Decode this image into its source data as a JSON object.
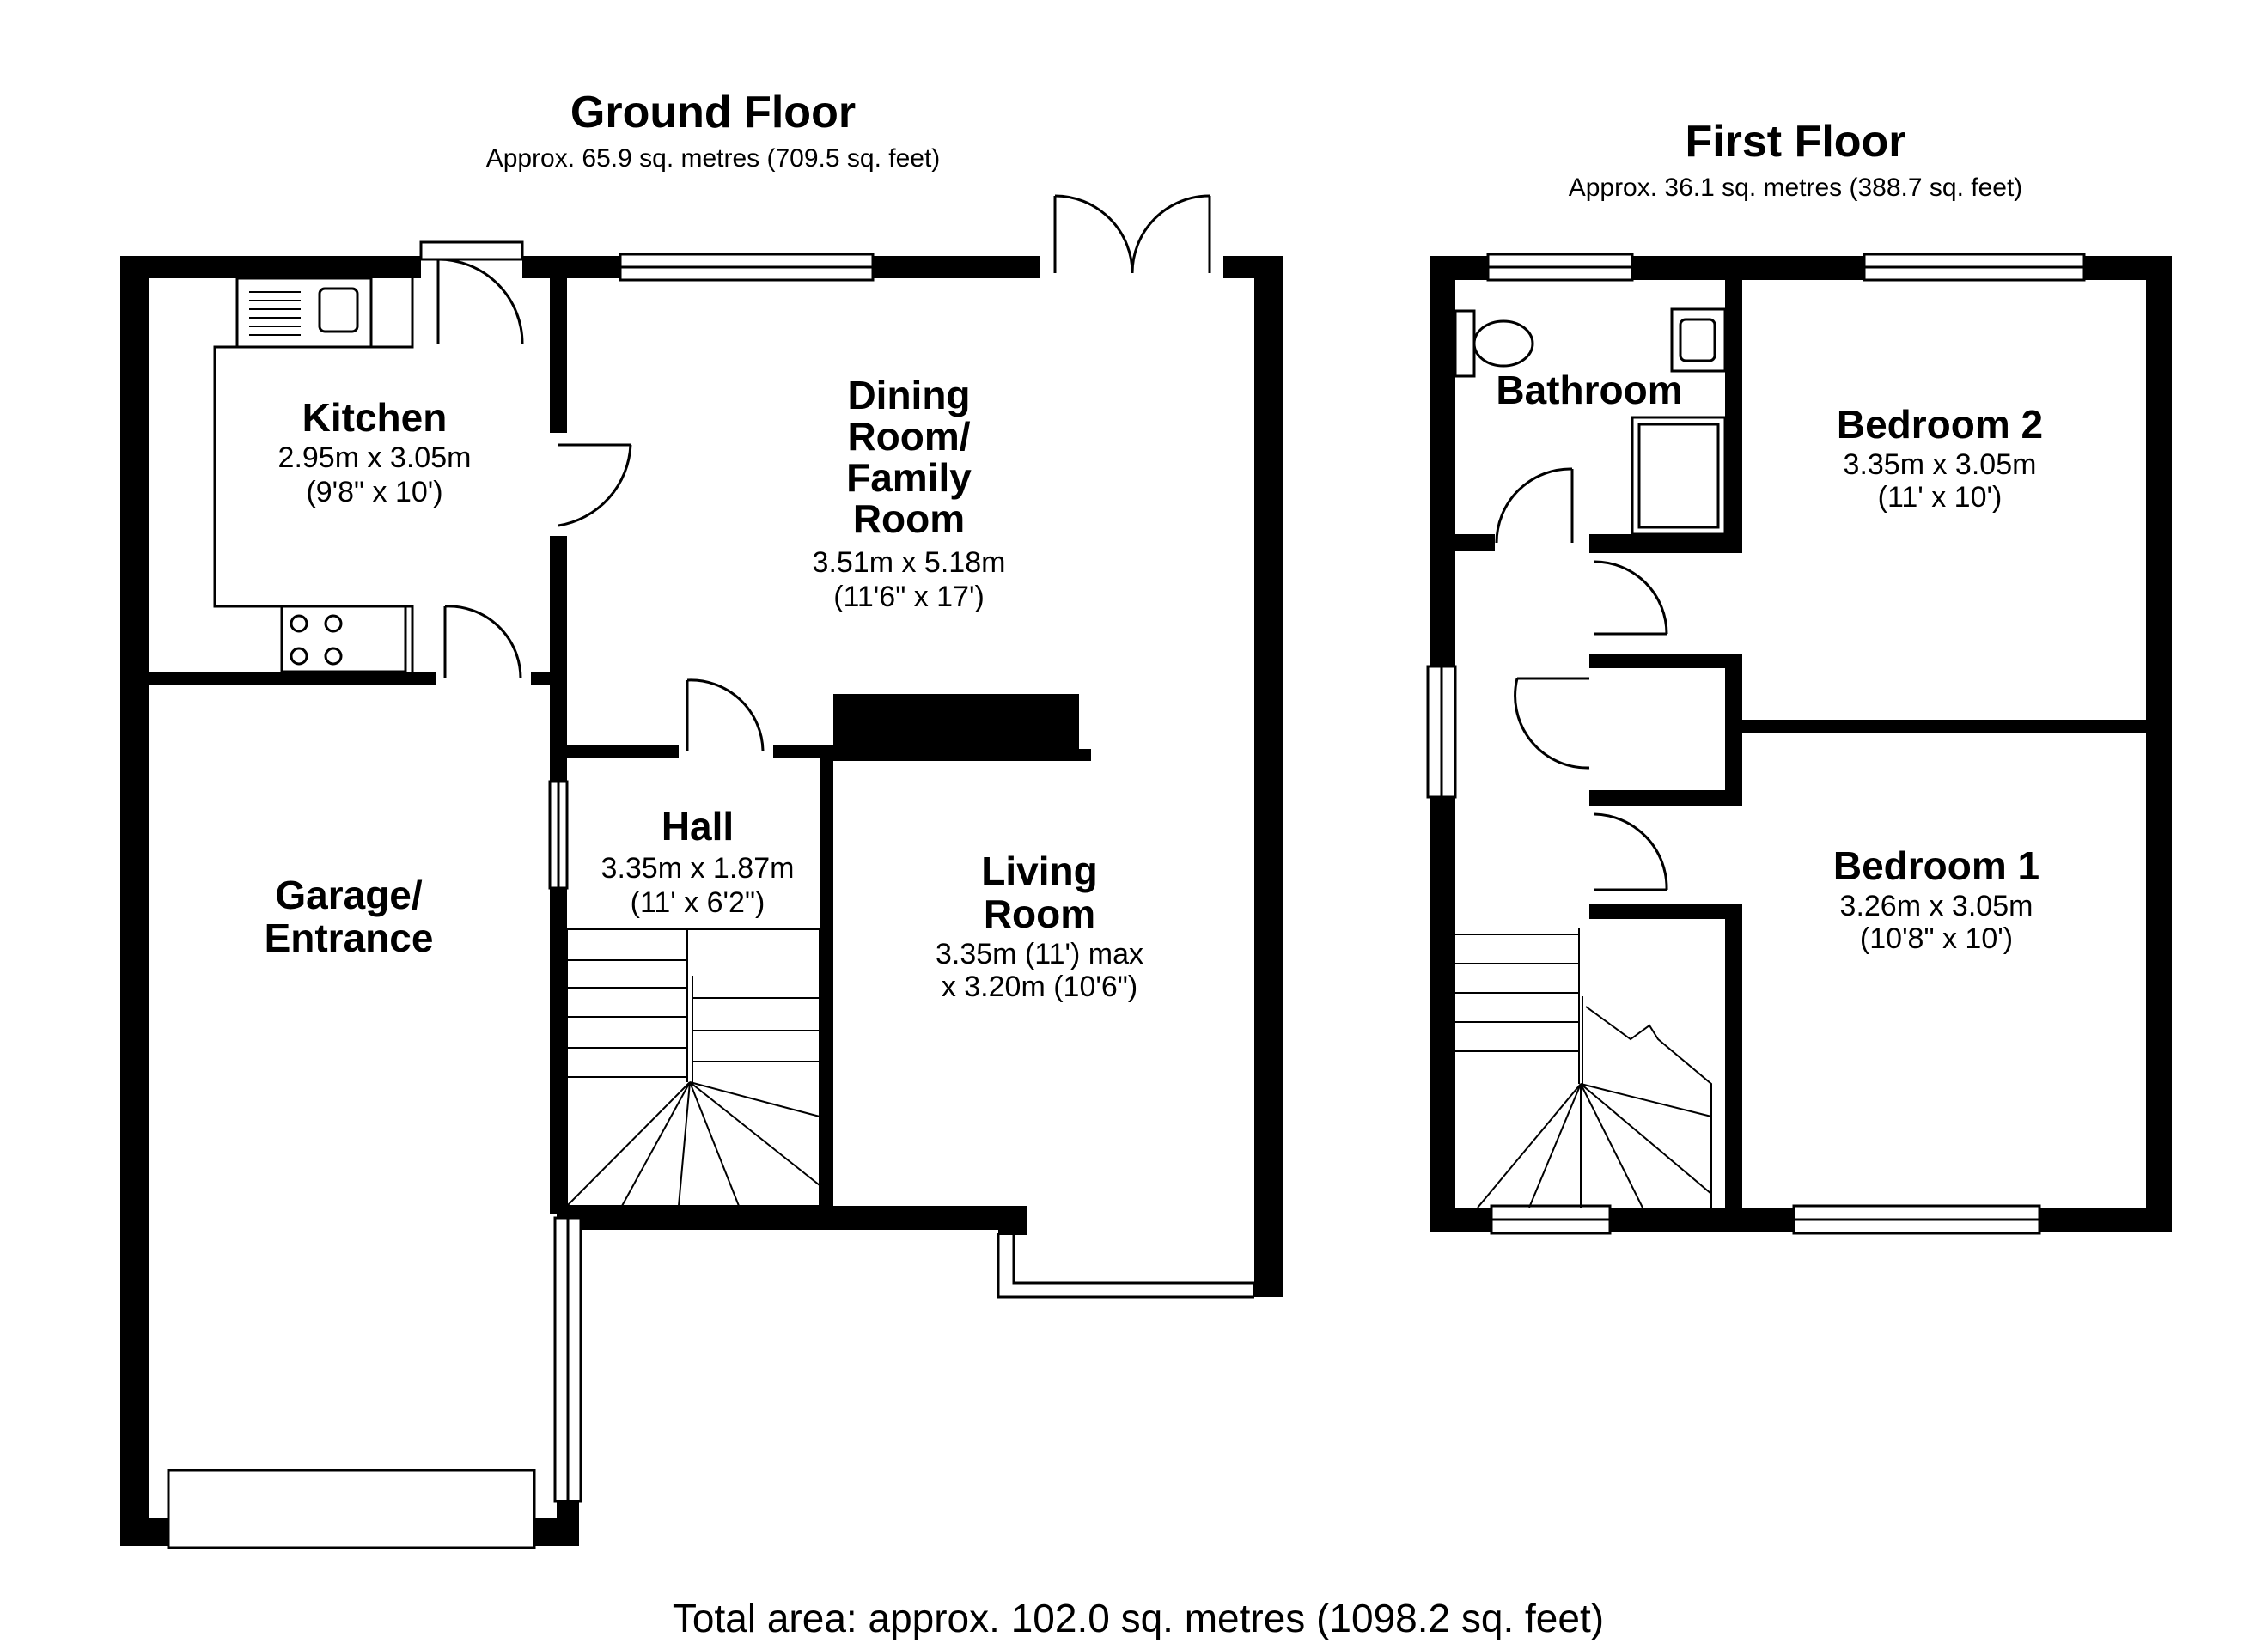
{
  "ground_floor": {
    "title": "Ground Floor",
    "area": "Approx. 65.9 sq. metres (709.5 sq. feet)",
    "rooms": {
      "kitchen": {
        "name": "Kitchen",
        "size": "2.95m x 3.05m",
        "imperial": "(9'8\" x 10')"
      },
      "dining": {
        "name_1": "Dining",
        "name_2": "Room/",
        "name_3": "Family",
        "name_4": "Room",
        "size": "3.51m x 5.18m",
        "imperial": "(11'6\" x 17')"
      },
      "hall": {
        "name": "Hall",
        "size": "3.35m x 1.87m",
        "imperial": "(11' x 6'2\")"
      },
      "garage": {
        "name_1": "Garage/",
        "name_2": "Entrance"
      },
      "living": {
        "name_1": "Living",
        "name_2": "Room",
        "size": "3.35m (11') max",
        "imperial": "x 3.20m (10'6\")"
      }
    }
  },
  "first_floor": {
    "title": "First Floor",
    "area": "Approx. 36.1 sq. metres (388.7 sq. feet)",
    "rooms": {
      "bathroom": {
        "name": "Bathroom"
      },
      "bedroom2": {
        "name": "Bedroom 2",
        "size": "3.35m x 3.05m",
        "imperial": "(11' x 10')"
      },
      "bedroom1": {
        "name": "Bedroom 1",
        "size": "3.26m x 3.05m",
        "imperial": "(10'8\" x 10')"
      }
    }
  },
  "total": "Total area: approx. 102.0 sq. metres (1098.2 sq. feet)"
}
